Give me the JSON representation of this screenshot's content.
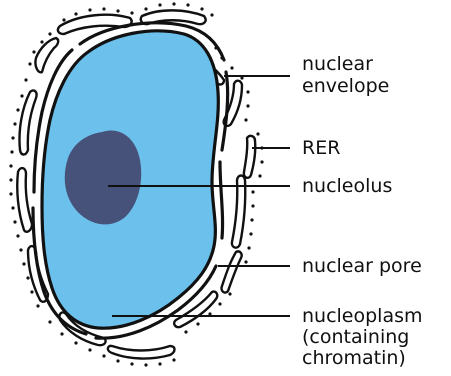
{
  "colors": {
    "nucleoplasm": "#6cc0ec",
    "nucleolus": "#47527a",
    "outline": "#111111",
    "background": "#ffffff"
  },
  "labels": {
    "envelope_line1": "nuclear",
    "envelope_line2": "envelope",
    "rer": "RER",
    "nucleolus": "nucleolus",
    "pore": "nuclear pore",
    "nucleoplasm_line1": "nucleoplasm",
    "nucleoplasm_line2": "(containing",
    "nucleoplasm_line3": "chromatin)"
  }
}
